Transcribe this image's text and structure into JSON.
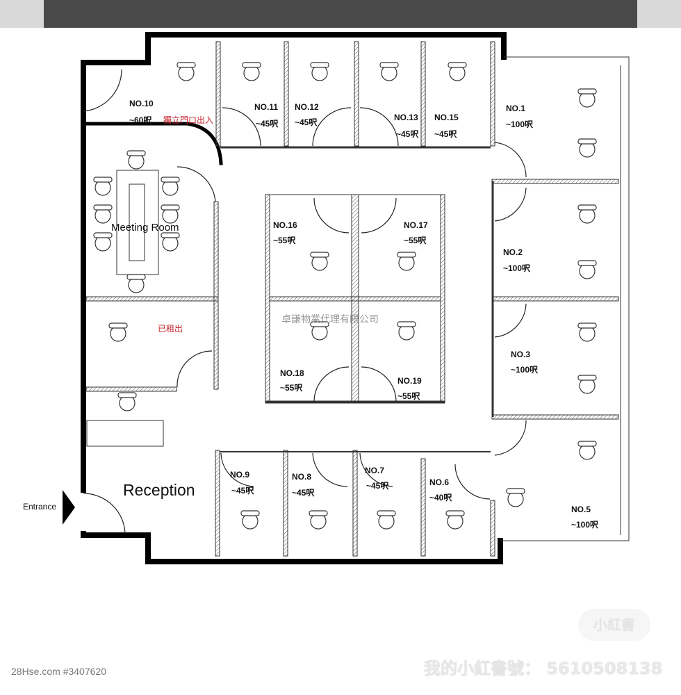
{
  "rooms": {
    "no10": {
      "name": "NO.10",
      "area": "~60呎",
      "note": "獨立門口出入"
    },
    "no11": {
      "name": "NO.11",
      "area": "~45呎"
    },
    "no12": {
      "name": "NO.12",
      "area": "~45呎"
    },
    "no13": {
      "name": "NO.13",
      "area": "~45呎"
    },
    "no15": {
      "name": "NO.15",
      "area": "~45呎"
    },
    "no1": {
      "name": "NO.1",
      "area": "~100呎"
    },
    "no16": {
      "name": "NO.16",
      "area": "~55呎"
    },
    "no17": {
      "name": "NO.17",
      "area": "~55呎"
    },
    "no2": {
      "name": "NO.2",
      "area": "~100呎"
    },
    "no3": {
      "name": "NO.3",
      "area": "~100呎"
    },
    "no18": {
      "name": "NO.18",
      "area": "~55呎"
    },
    "no19": {
      "name": "NO.19",
      "area": "~55呎"
    },
    "no9": {
      "name": "NO.9",
      "area": "~45呎"
    },
    "no8": {
      "name": "NO.8",
      "area": "~45呎"
    },
    "no7": {
      "name": "NO.7",
      "area": "~45呎"
    },
    "no6": {
      "name": "NO.6",
      "area": "~40呎"
    },
    "no5": {
      "name": "NO.5",
      "area": "~100呎"
    }
  },
  "meeting_room": "Meeting Room",
  "rented_label": "已租出",
  "reception": "Reception",
  "entrance": "Entrance",
  "watermark_agency": "卓謙物業代理有限公司",
  "footer": {
    "source": "28Hse.com #3407620",
    "xhs_id": "我的小紅書號： 5610508138",
    "xhs_logo": "小紅書"
  }
}
